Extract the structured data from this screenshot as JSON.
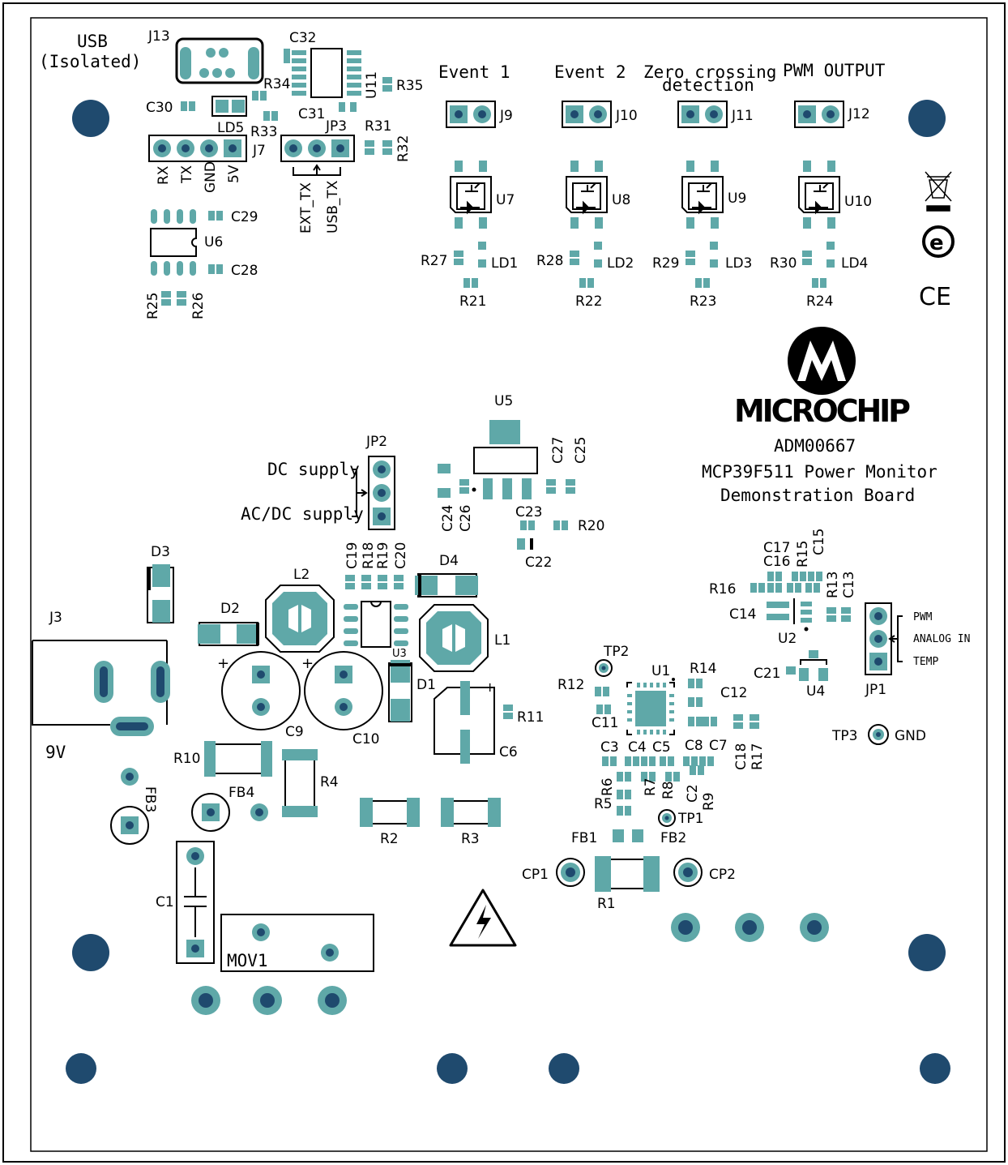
{
  "board": {
    "usb_title": "USB",
    "usb_sub": "(Isolated)",
    "input_label": "9V",
    "logo_text": "MICROCHIP",
    "part_number": "ADM00667",
    "board_name": "MCP39F511 Power Monitor",
    "board_name2": "Demonstration Board",
    "colors": {
      "pad": "#5fa8a8",
      "hole": "#1f4a6e",
      "silk": "#000000"
    }
  },
  "outputs": [
    {
      "title": "Event  1",
      "title2": "",
      "conn": "J9",
      "opto": "U7",
      "res": "R27",
      "led": "LD1",
      "res2": "R21"
    },
    {
      "title": "Event  2",
      "title2": "",
      "conn": "J10",
      "opto": "U8",
      "res": "R28",
      "led": "LD2",
      "res2": "R22"
    },
    {
      "title": "Zero crossing",
      "title2": "detection",
      "conn": "J11",
      "opto": "U9",
      "res": "R29",
      "led": "LD3",
      "res2": "R23"
    },
    {
      "title": "PWM OUTPUT",
      "title2": "",
      "conn": "J12",
      "opto": "U10",
      "res": "R30",
      "led": "LD4",
      "res2": "R24"
    }
  ],
  "jp2": {
    "ref": "JP2",
    "opt1": "DC supply",
    "opt2": "AC/DC supply"
  },
  "jp1": {
    "ref": "JP1",
    "opt1": "PWM",
    "opt2": "ANALOG IN",
    "opt3": "TEMP"
  },
  "jp3": {
    "ref": "JP3",
    "opt1": "EXT_TX",
    "opt2": "USB_TX"
  },
  "j7": {
    "ref": "J7",
    "pins": [
      "RX",
      "TX",
      "GND",
      "5V"
    ]
  },
  "refs": {
    "J13": "J13",
    "C32": "C32",
    "R34": "R34",
    "R35": "R35",
    "U11": "U11",
    "C30": "C30",
    "C31": "C31",
    "LD5": "LD5",
    "R33": "R33",
    "R31": "R31",
    "R32": "R32",
    "C29": "C29",
    "U6": "U6",
    "C28": "C28",
    "R25": "R25",
    "R26": "R26",
    "U5": "U5",
    "C27": "C27",
    "C25": "C25",
    "C24": "C24",
    "C26": "C26",
    "C23": "C23",
    "R20": "R20",
    "C22": "C22",
    "D3": "D3",
    "J3": "J3",
    "D2": "D2",
    "L2": "L2",
    "C19": "C19",
    "R18": "R18",
    "R19": "R19",
    "C20": "C20",
    "D4": "D4",
    "U3": "U3",
    "L1": "L1",
    "D1": "D1",
    "C9": "C9",
    "C10": "C10",
    "R11": "R11",
    "C6": "C6",
    "R10": "R10",
    "R4": "R4",
    "FB3": "FB3",
    "FB4": "FB4",
    "R2": "R2",
    "R3": "R3",
    "C1": "C1",
    "MOV1": "MOV1",
    "TP2": "TP2",
    "U1": "U1",
    "R14": "R14",
    "R12": "R12",
    "C12": "C12",
    "C11": "C11",
    "C3": "C3",
    "C4": "C4",
    "C5": "C5",
    "C8": "C8",
    "C7": "C7",
    "C18": "C18",
    "R17": "R17",
    "R6": "R6",
    "R7": "R7",
    "R8": "R8",
    "R5": "R5",
    "C2": "C2",
    "R9": "R9",
    "TP1": "TP1",
    "FB1": "FB1",
    "FB2": "FB2",
    "CP1": "CP1",
    "CP2": "CP2",
    "R1": "R1",
    "C17": "C17",
    "R15": "R15",
    "C15": "C15",
    "C16": "C16",
    "R16": "R16",
    "R13": "R13",
    "C13": "C13",
    "C14": "C14",
    "U2": "U2",
    "C21": "C21",
    "U4": "U4",
    "TP3": "TP3",
    "GND": "GND"
  }
}
